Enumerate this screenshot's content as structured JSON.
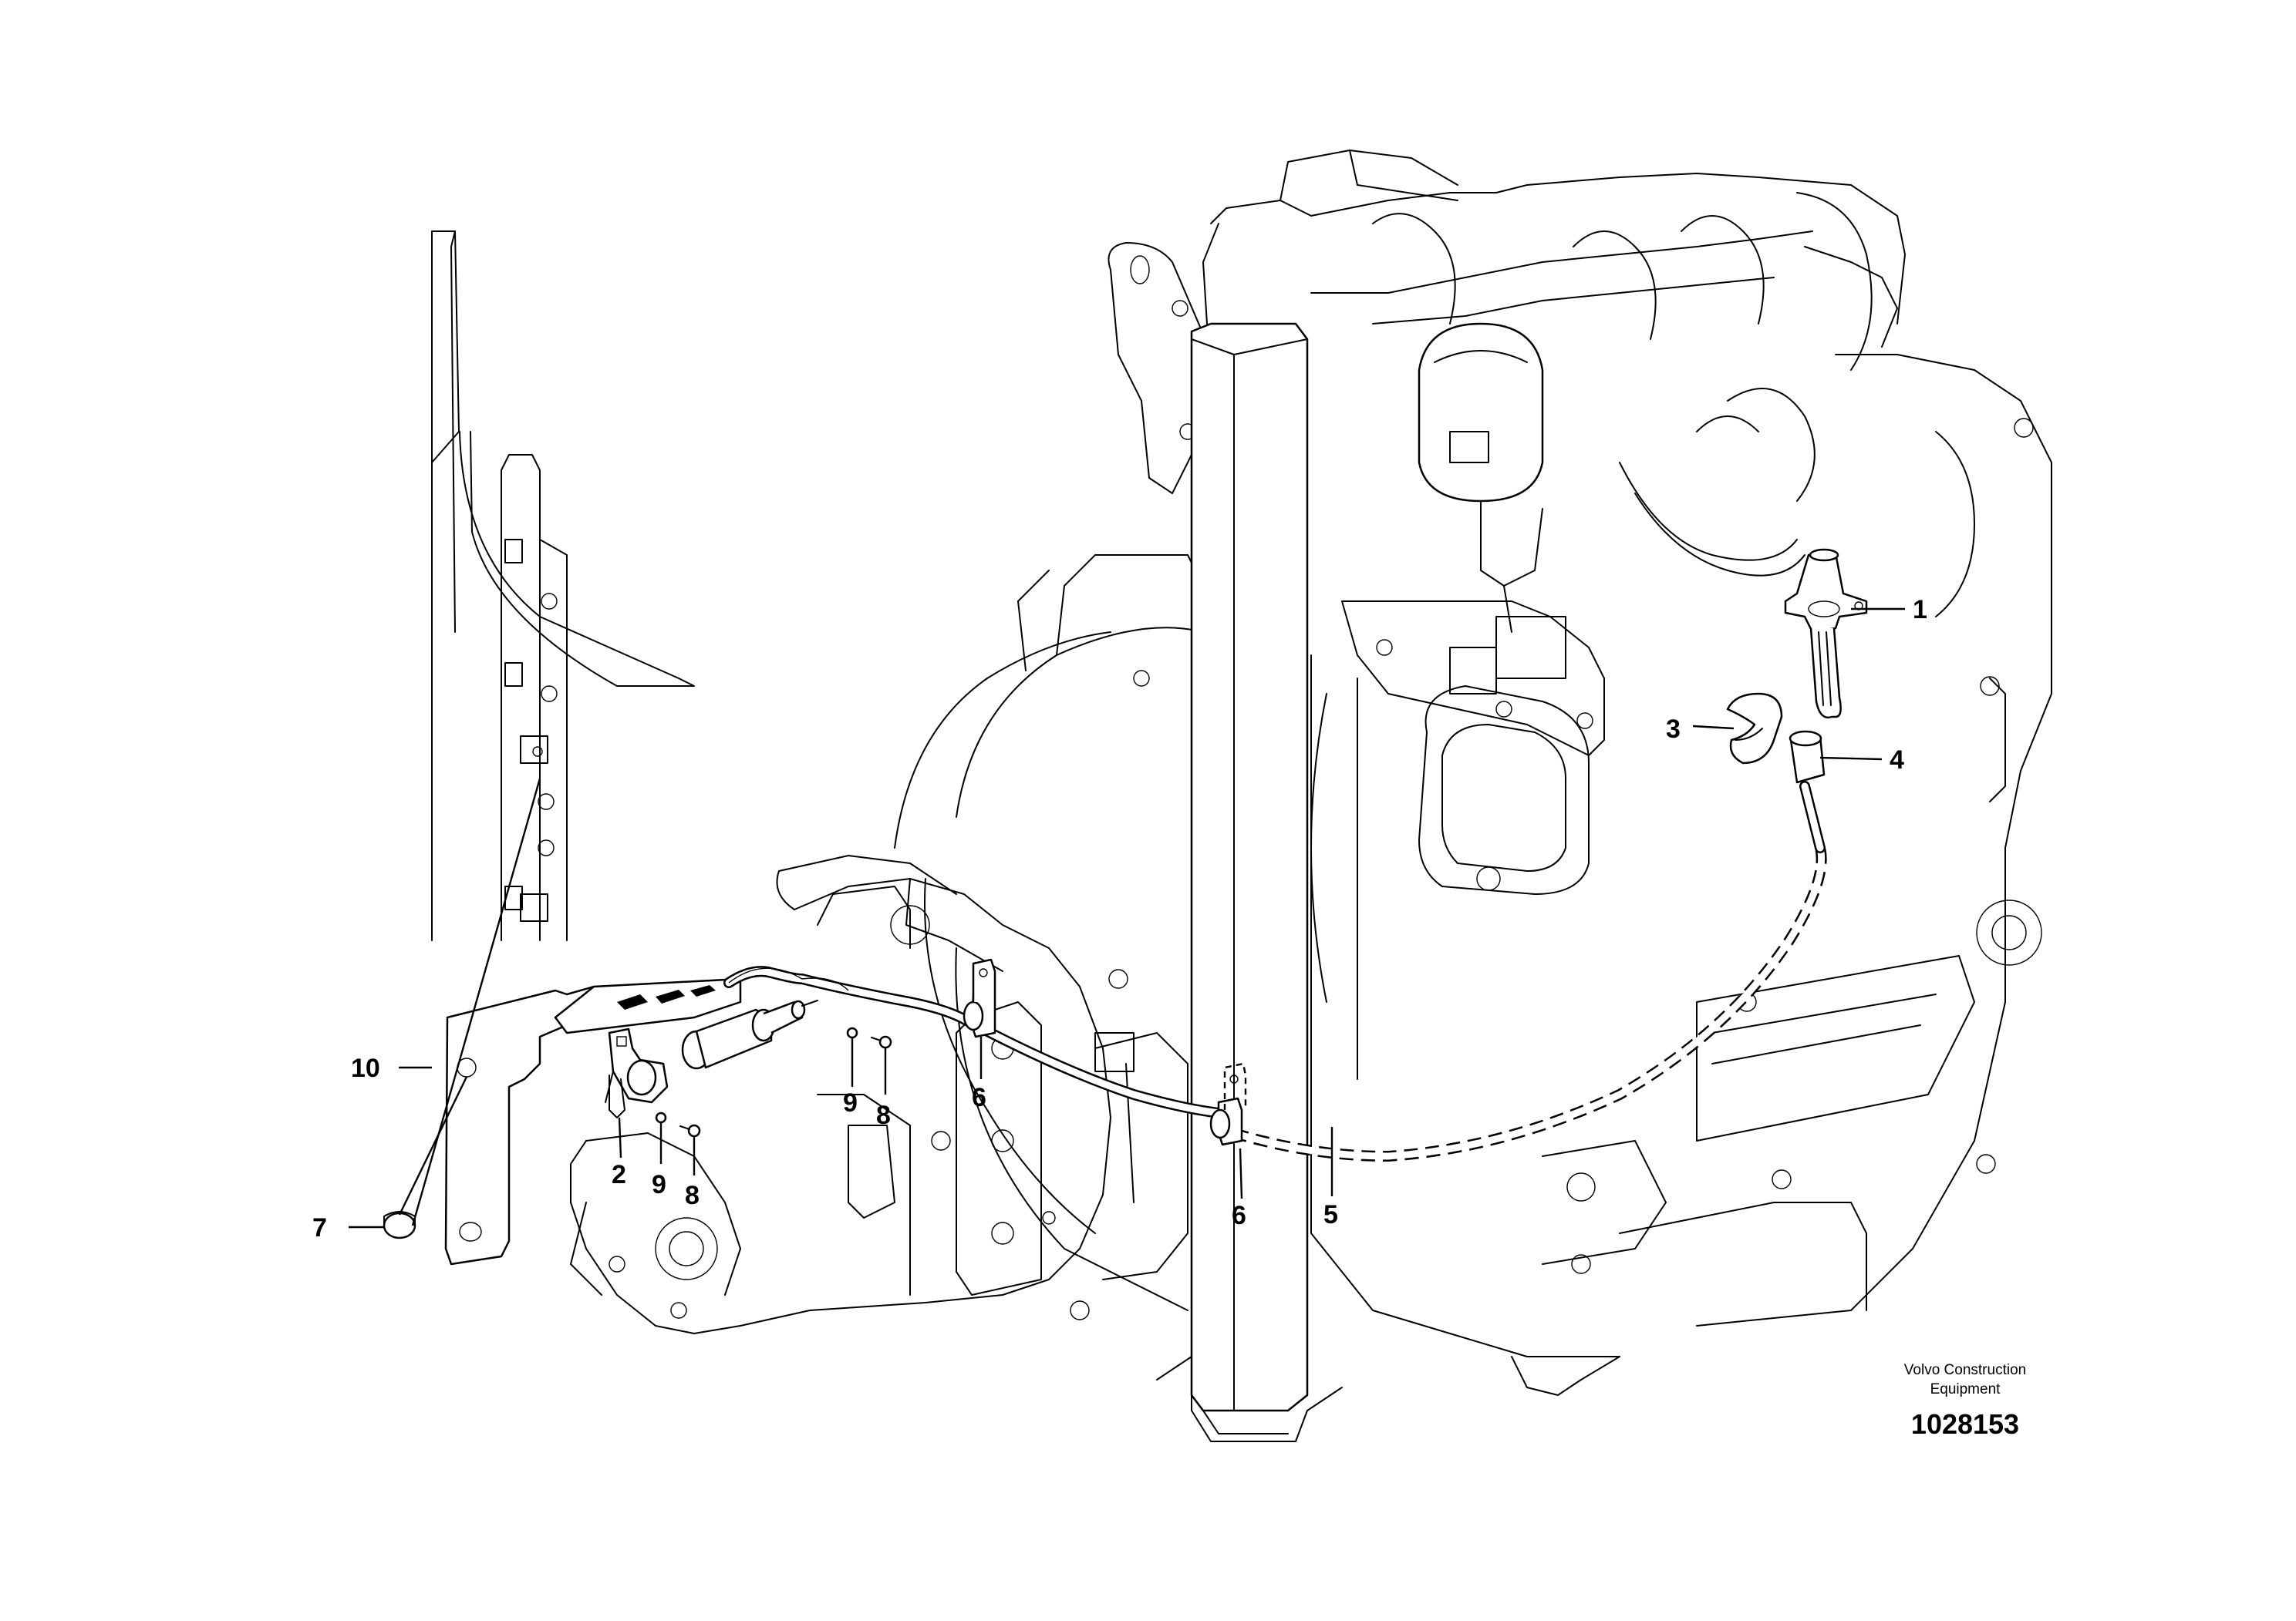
{
  "callouts": [
    {
      "id": "1",
      "text": "1"
    },
    {
      "id": "2",
      "text": "2"
    },
    {
      "id": "3",
      "text": "3"
    },
    {
      "id": "4",
      "text": "4"
    },
    {
      "id": "5",
      "text": "5"
    },
    {
      "id": "6a",
      "text": "6"
    },
    {
      "id": "6b",
      "text": "6"
    },
    {
      "id": "7",
      "text": "7"
    },
    {
      "id": "8a",
      "text": "8"
    },
    {
      "id": "8b",
      "text": "8"
    },
    {
      "id": "9a",
      "text": "9"
    },
    {
      "id": "9b",
      "text": "9"
    },
    {
      "id": "10",
      "text": "10"
    }
  ],
  "credit": {
    "line1": "Volvo Construction",
    "line2": "Equipment"
  },
  "drawing_number": "1028153"
}
